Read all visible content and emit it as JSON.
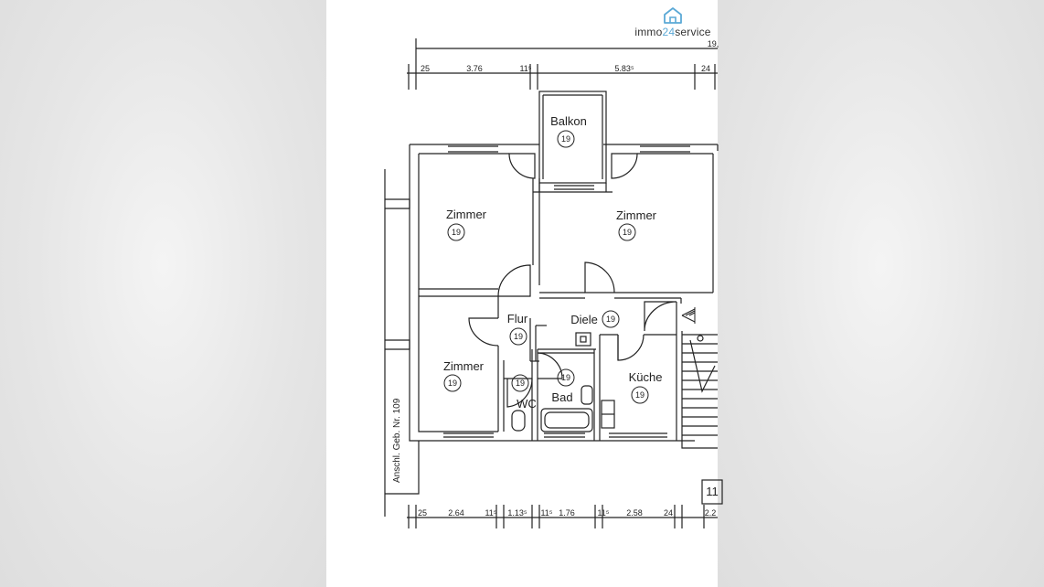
{
  "brand": {
    "prefix": "immo",
    "accent": "24",
    "suffix": "service",
    "icon": "house-icon",
    "accent_color": "#5ba9d6"
  },
  "top_dimensions": {
    "total": "19,",
    "parts": [
      "25",
      "3.76",
      "11⁵",
      "5.83⁵",
      "24"
    ]
  },
  "bottom_dimensions": {
    "parts": [
      "25",
      "2.64",
      "11⁵",
      "1.13⁵",
      "11⁵",
      "1.76",
      "11⁵",
      "2.58",
      "24",
      "2.2"
    ]
  },
  "rooms": [
    {
      "id": "balkon",
      "name": "Balkon",
      "number": "19"
    },
    {
      "id": "zimmer-1",
      "name": "Zimmer",
      "number": "19"
    },
    {
      "id": "zimmer-2",
      "name": "Zimmer",
      "number": "19"
    },
    {
      "id": "zimmer-3",
      "name": "Zimmer",
      "number": "19"
    },
    {
      "id": "flur",
      "name": "Flur",
      "number": "19"
    },
    {
      "id": "diele",
      "name": "Diele",
      "number": "19"
    },
    {
      "id": "wc",
      "name": "WC",
      "number": "19"
    },
    {
      "id": "bad",
      "name": "Bad",
      "number": "19"
    },
    {
      "id": "kueche",
      "name": "Küche",
      "number": "19"
    }
  ],
  "side_label": "Anschl. Geb. Nr. 109",
  "corner_label": "11"
}
